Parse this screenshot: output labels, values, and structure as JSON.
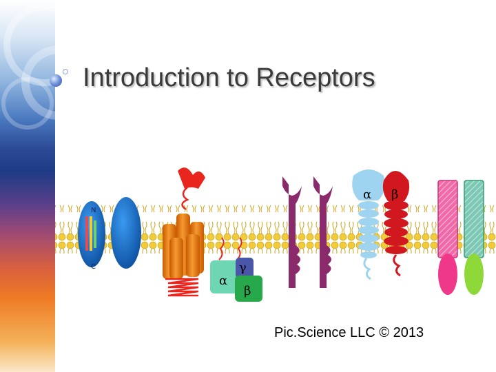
{
  "slide": {
    "title": "Introduction to Receptors",
    "credit": "Pic.Science LLC © 2013"
  },
  "diagram": {
    "labels": {
      "g_protein_alpha": "α",
      "g_protein_gamma": "γ",
      "g_protein_beta": "β",
      "integrin_alpha": "α",
      "integrin_beta": "β"
    },
    "colors": {
      "membrane_head": "#f2cc38",
      "membrane_tail": "#d8b02a",
      "ion_channel": "#1a6fc4",
      "gpcr": "#f07810",
      "receptor_kinase": "#8a2a6a",
      "integrin_alpha": "#9fd4f0",
      "integrin_beta": "#d0181e",
      "receptor_pink": "#f0388a",
      "receptor_green": "#8ed83a"
    }
  }
}
